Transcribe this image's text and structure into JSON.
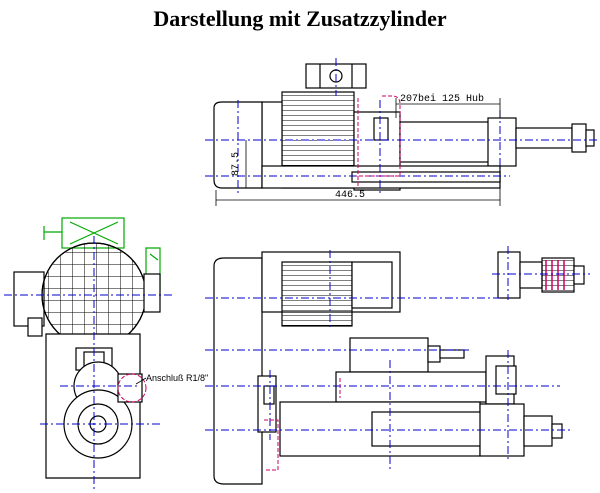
{
  "title": "Darstellung mit Zusatzzylinder",
  "dimensions": {
    "stroke": "207bei 125 Hub",
    "height": "87.5",
    "length": "446.5"
  },
  "labels": {
    "connection": "Anschluß R1/8\""
  },
  "colors": {
    "outline": "#000000",
    "centerline": "#0000cc",
    "hidden": "#cc0066",
    "option": "#00aa00",
    "fill": "#ffffff"
  }
}
